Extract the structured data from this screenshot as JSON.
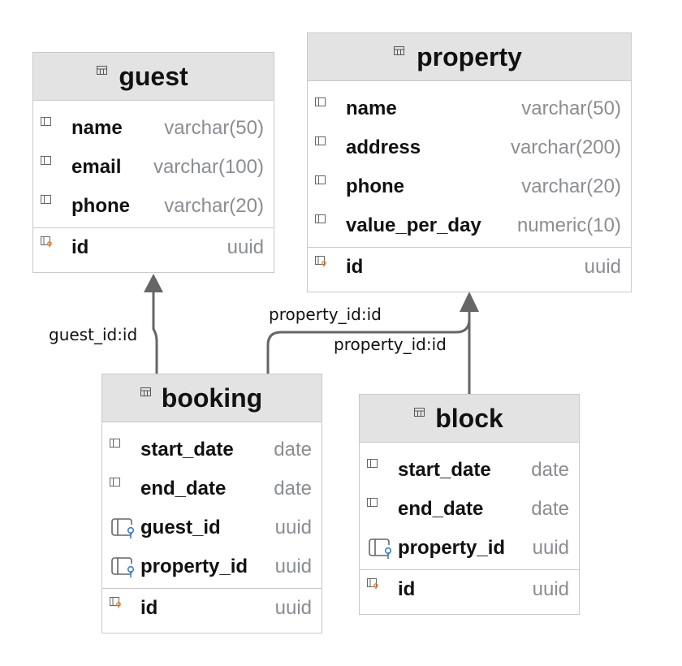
{
  "diagram": {
    "tables": {
      "guest": {
        "name": "guest",
        "columns": [
          {
            "name": "name",
            "type": "varchar(50)",
            "kind": "column"
          },
          {
            "name": "email",
            "type": "varchar(100)",
            "kind": "column"
          },
          {
            "name": "phone",
            "type": "varchar(20)",
            "kind": "column"
          }
        ],
        "pk": {
          "name": "id",
          "type": "uuid",
          "kind": "primary-key"
        }
      },
      "property": {
        "name": "property",
        "columns": [
          {
            "name": "name",
            "type": "varchar(50)",
            "kind": "column"
          },
          {
            "name": "address",
            "type": "varchar(200)",
            "kind": "column"
          },
          {
            "name": "phone",
            "type": "varchar(20)",
            "kind": "column"
          },
          {
            "name": "value_per_day",
            "type": "numeric(10)",
            "kind": "column"
          }
        ],
        "pk": {
          "name": "id",
          "type": "uuid",
          "kind": "primary-key"
        }
      },
      "booking": {
        "name": "booking",
        "columns": [
          {
            "name": "start_date",
            "type": "date",
            "kind": "column"
          },
          {
            "name": "end_date",
            "type": "date",
            "kind": "column"
          },
          {
            "name": "guest_id",
            "type": "uuid",
            "kind": "foreign-key"
          },
          {
            "name": "property_id",
            "type": "uuid",
            "kind": "foreign-key"
          }
        ],
        "pk": {
          "name": "id",
          "type": "uuid",
          "kind": "primary-key"
        }
      },
      "block": {
        "name": "block",
        "columns": [
          {
            "name": "start_date",
            "type": "date",
            "kind": "column"
          },
          {
            "name": "end_date",
            "type": "date",
            "kind": "column"
          },
          {
            "name": "property_id",
            "type": "uuid",
            "kind": "foreign-key"
          }
        ],
        "pk": {
          "name": "id",
          "type": "uuid",
          "kind": "primary-key"
        }
      }
    },
    "relations": {
      "booking_guest": {
        "from": "booking",
        "to": "guest",
        "label": "guest_id:id"
      },
      "booking_property": {
        "from": "booking",
        "to": "property",
        "label": "property_id:id"
      },
      "block_property": {
        "from": "block",
        "to": "property",
        "label": "property_id:id"
      }
    },
    "colors": {
      "header_bg": "#e3e3e3",
      "border": "#c9c9c9",
      "type_text": "#8a8d93",
      "link_line": "#666666",
      "pk_icon_accent": "#e07b2e",
      "fk_icon_accent": "#3b7bd6"
    }
  }
}
